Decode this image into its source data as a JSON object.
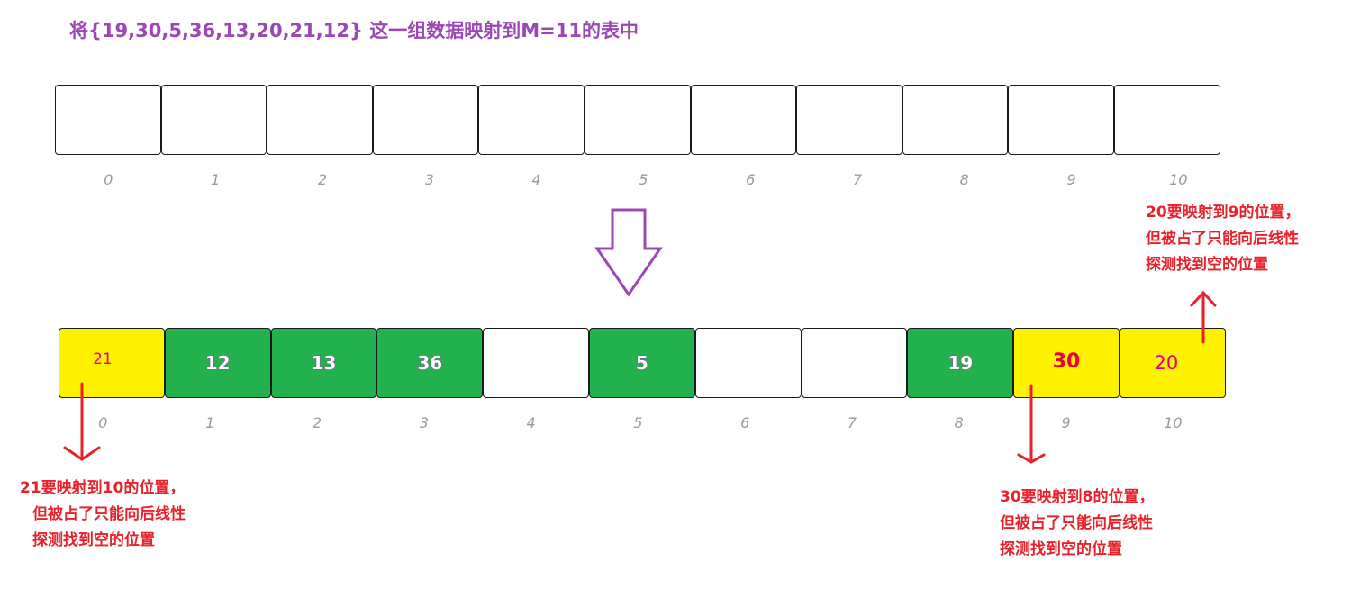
{
  "title": "将{19,30,5,36,13,20,21,12} 这一组数据映射到M=11的表中",
  "top_table": {
    "indices": [
      "0",
      "1",
      "2",
      "3",
      "4",
      "5",
      "6",
      "7",
      "8",
      "9",
      "10"
    ]
  },
  "bottom_table": {
    "cells": [
      {
        "value": "21",
        "color": "yellow"
      },
      {
        "value": "12",
        "color": "green"
      },
      {
        "value": "13",
        "color": "green"
      },
      {
        "value": "36",
        "color": "green"
      },
      {
        "value": "",
        "color": "white"
      },
      {
        "value": "5",
        "color": "green"
      },
      {
        "value": "",
        "color": "white"
      },
      {
        "value": "",
        "color": "white"
      },
      {
        "value": "19",
        "color": "green"
      },
      {
        "value": "30",
        "color": "yellow"
      },
      {
        "value": "20",
        "color": "yellow"
      }
    ],
    "indices": [
      "0",
      "1",
      "2",
      "3",
      "4",
      "5",
      "6",
      "7",
      "8",
      "9",
      "10"
    ]
  },
  "notes": {
    "note_20": [
      "20要映射到9的位置，",
      "但被占了只能向后线性",
      "探测找到空的位置"
    ],
    "note_21": [
      "21要映射到10的位置，",
      "但被占了只能向后线性",
      "探测找到空的位置"
    ],
    "note_30": [
      "30要映射到8的位置，",
      "但被占了只能向后线性",
      "探测找到空的位置"
    ]
  },
  "colors": {
    "title": "#9b47b5",
    "green": "#22b14c",
    "yellow": "#fff200",
    "note": "#e8212a",
    "arrow_down": "#9b47b5",
    "index": "#9a9a9a"
  }
}
